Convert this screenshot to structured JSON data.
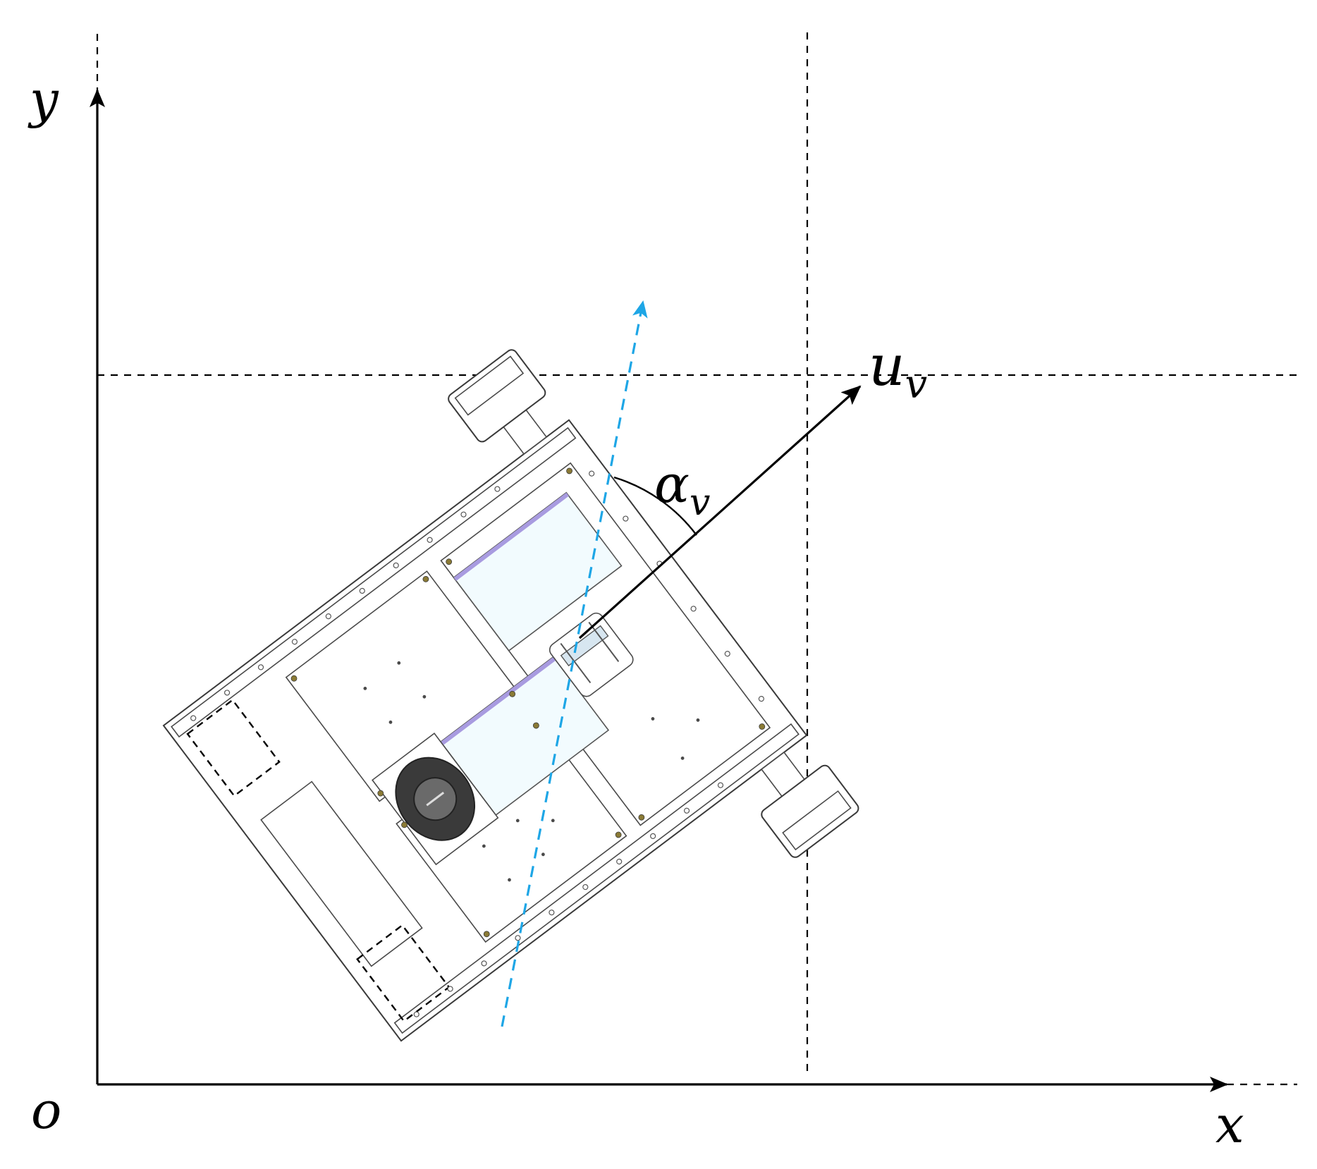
{
  "labels": {
    "y_axis": "y",
    "x_axis": "x",
    "origin": "o",
    "angle_main": "α",
    "angle_sub": "v",
    "vector_main": "u",
    "vector_sub": "v"
  },
  "colors": {
    "axes": "#000000",
    "heading_line": "#1ea6e6",
    "robot_outline": "#3a3a3a",
    "panel_fill": "#f2fbfe",
    "panel_edge": "#a89be0",
    "bolt": "#8a7a35"
  }
}
